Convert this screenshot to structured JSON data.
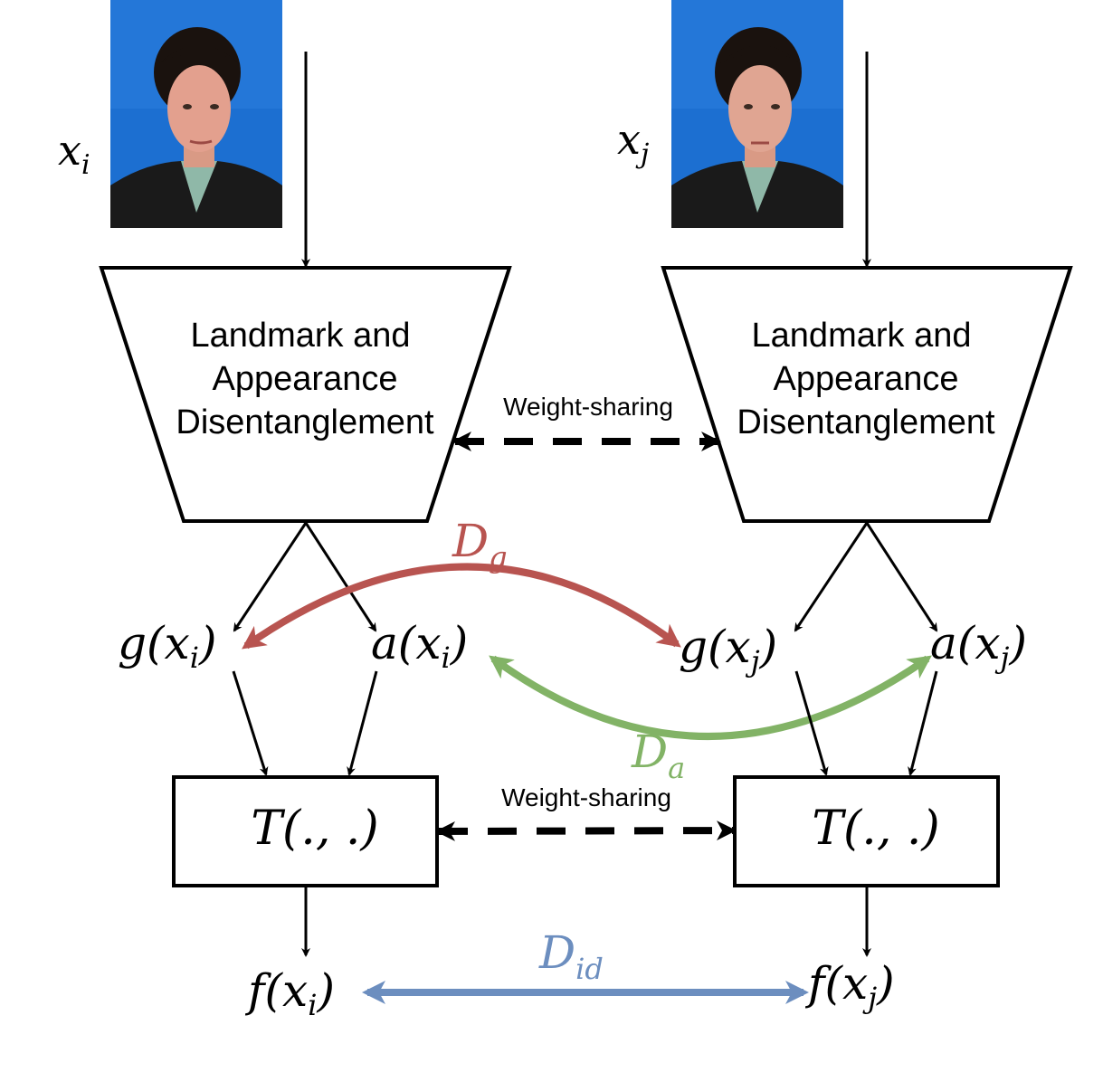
{
  "inputs": {
    "left_label": "x",
    "left_sub": "i",
    "right_label": "x",
    "right_sub": "j"
  },
  "encoder": {
    "line1": "Landmark and",
    "line2": "Appearance",
    "line3": "Disentanglement"
  },
  "weight_sharing_label": "Weight-sharing",
  "features": {
    "g_left": "g(x",
    "a_left": "a(x",
    "g_right": "g(x",
    "a_right": "a(x",
    "sub_i": "i",
    "sub_j": "j",
    "close": ")"
  },
  "transform": {
    "label": "T(., .)"
  },
  "outputs": {
    "f_left": "f(x",
    "f_right": "f(x"
  },
  "distances": {
    "geometry": {
      "label": "D",
      "sub": "g",
      "color": "#b85450"
    },
    "appearance": {
      "label": "D",
      "sub": "a",
      "color": "#82b366"
    },
    "identity": {
      "label": "D",
      "sub": "id",
      "color": "#6c8ebf"
    }
  },
  "colors": {
    "photo_background": "#1c6fd1"
  }
}
